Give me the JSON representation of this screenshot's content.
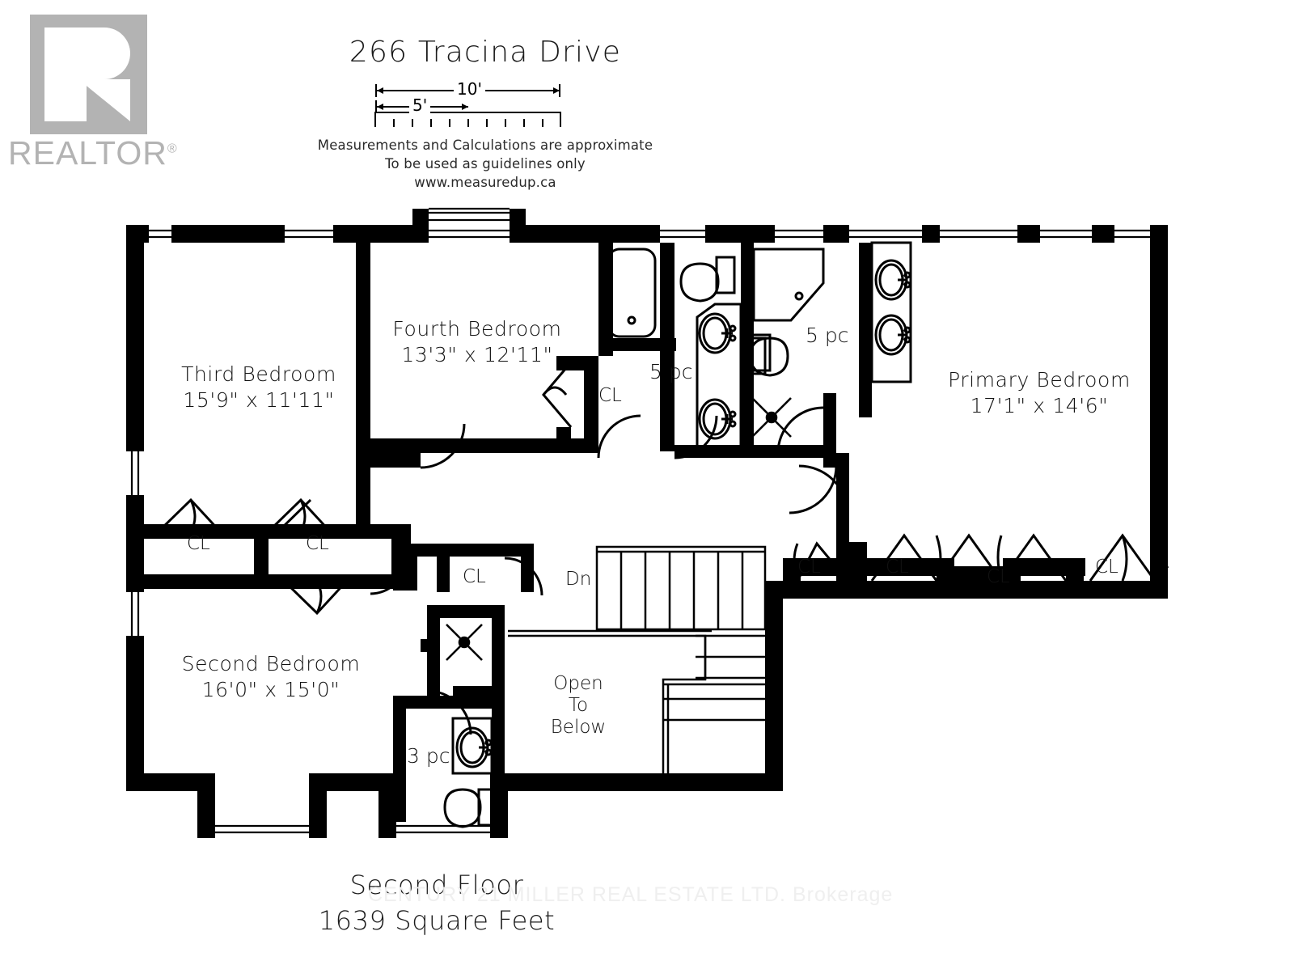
{
  "branding": {
    "logo_icon": "realtor-r-icon",
    "logo_text": "REALTOR",
    "logo_mark": "®",
    "logo_color": "#b3b3b3"
  },
  "header": {
    "title": "266 Tracina Drive",
    "scale": {
      "major_label": "10'",
      "minor_label": "5'",
      "ticks": 10
    },
    "disclaimer_line1": "Measurements and Calculations are approximate",
    "disclaimer_line2": "To be used as guidelines only",
    "disclaimer_line3": "www.measuredup.ca"
  },
  "footer": {
    "floor_label": "Second Floor",
    "area_label": "1639 Square Feet",
    "watermark": "CENTURY 21 MILLER REAL ESTATE LTD. Brokerage"
  },
  "plan": {
    "ink_color": "#000000",
    "paper_color": "#ffffff",
    "rooms": [
      {
        "id": "third-bedroom",
        "name": "Third Bedroom",
        "dimensions": "15'9\" x 11'11\""
      },
      {
        "id": "fourth-bedroom",
        "name": "Fourth Bedroom",
        "dimensions": "13'3\" x 12'11\""
      },
      {
        "id": "primary-bedroom",
        "name": "Primary Bedroom",
        "dimensions": "17'1\" x 14'6\""
      },
      {
        "id": "second-bedroom",
        "name": "Second Bedroom",
        "dimensions": "16'0\" x 15'0\""
      }
    ],
    "bathrooms": [
      {
        "id": "bath-main-5pc",
        "label": "5 pc"
      },
      {
        "id": "bath-ensuite-5pc",
        "label": "5 pc"
      },
      {
        "id": "bath-3pc",
        "label": "3 pc"
      }
    ],
    "closets": [
      {
        "id": "closet-third-bedroom",
        "label": "CL"
      },
      {
        "id": "closet-hall-left",
        "label": "CL"
      },
      {
        "id": "closet-fourth-bedroom",
        "label": "CL"
      },
      {
        "id": "closet-hall-center",
        "label": "CL"
      },
      {
        "id": "closet-hall-right-1",
        "label": "CL"
      },
      {
        "id": "closet-primary-walkin",
        "label": "CL"
      },
      {
        "id": "closet-primary-2",
        "label": "CL"
      },
      {
        "id": "closet-primary-3",
        "label": "CL"
      }
    ],
    "annotations": [
      {
        "id": "stairs-direction",
        "label": "Dn"
      },
      {
        "id": "open-to-below",
        "label": "Open\nTo\nBelow"
      }
    ]
  }
}
